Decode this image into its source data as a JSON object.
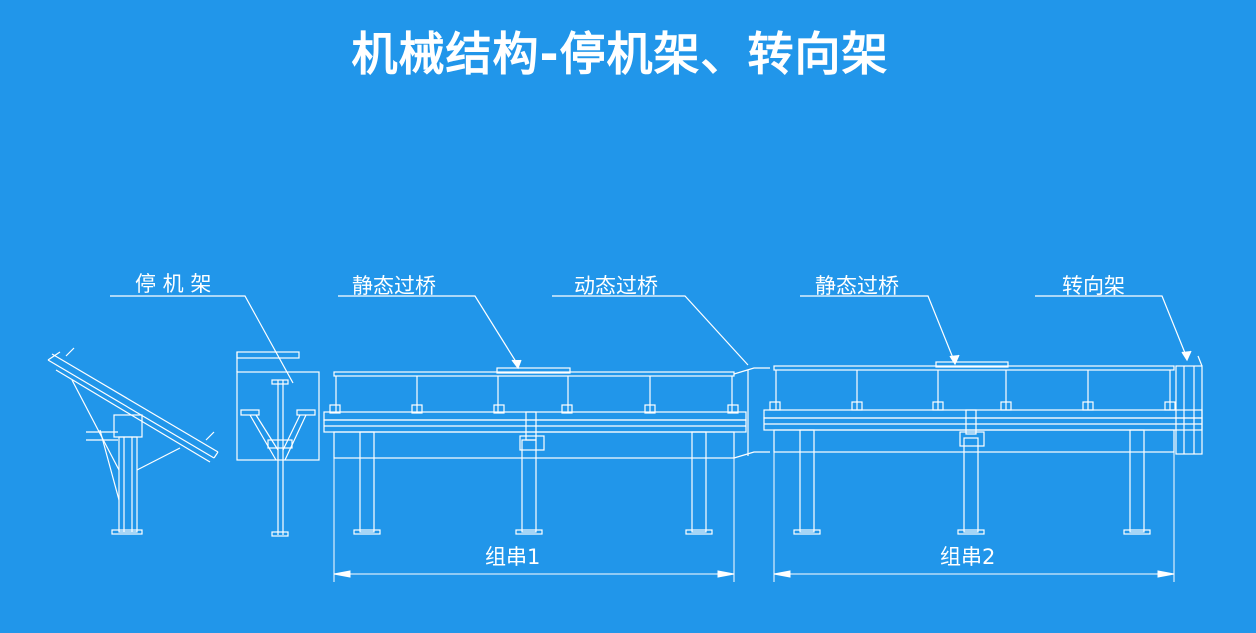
{
  "page": {
    "title": "机械结构-停机架、转向架",
    "background": "#2196ea",
    "line_color": "#ffffff"
  },
  "labels": {
    "parking_rack": "停 机 架",
    "static_bridge_1": "静态过桥",
    "dynamic_bridge": "动态过桥",
    "static_bridge_2": "静态过桥",
    "turning_rack": "转向架",
    "group_1": "组串1",
    "group_2": "组串2"
  }
}
